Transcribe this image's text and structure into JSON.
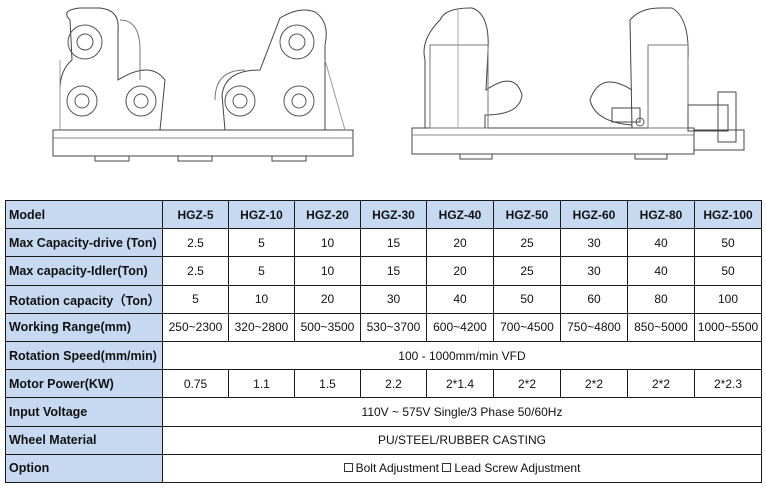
{
  "header_label": "Model",
  "models": [
    "HGZ-5",
    "HGZ-10",
    "HGZ-20",
    "HGZ-30",
    "HGZ-40",
    "HGZ-50",
    "HGZ-60",
    "HGZ-80",
    "HGZ-100"
  ],
  "rows": [
    {
      "label": "Max Capacity-drive (Ton)",
      "values": [
        "2.5",
        "5",
        "10",
        "15",
        "20",
        "25",
        "30",
        "40",
        "50"
      ]
    },
    {
      "label": "Max capacity-Idler(Ton)",
      "values": [
        "2.5",
        "5",
        "10",
        "15",
        "20",
        "25",
        "30",
        "40",
        "50"
      ]
    },
    {
      "label": "Rotation capacity（Ton）",
      "values": [
        "5",
        "10",
        "20",
        "30",
        "40",
        "50",
        "60",
        "80",
        "100"
      ]
    },
    {
      "label": "Working Range(mm)",
      "values": [
        "250~2300",
        "320~2800",
        "500~3500",
        "530~3700",
        "600~4200",
        "700~4500",
        "750~4800",
        "850~5000",
        "1000~5500"
      ]
    },
    {
      "label": "Rotation Speed(mm/min)",
      "span": "100 - 1000mm/min VFD"
    },
    {
      "label": "Motor Power(KW)",
      "values": [
        "0.75",
        "1.1",
        "1.5",
        "2.2",
        "2*1.4",
        "2*2",
        "2*2",
        "2*2",
        "2*2.3"
      ]
    },
    {
      "label": "Input Voltage",
      "span": "110V ~ 575V Single/3 Phase 50/60Hz"
    },
    {
      "label": "Wheel Material",
      "span": "PU/STEEL/RUBBER CASTING"
    }
  ],
  "option": {
    "label": "Option",
    "choice_1": "Bolt Adjustment",
    "choice_2": "Lead Screw Adjustment"
  },
  "colors": {
    "label_fill": "#c6d9f1",
    "border": "#1a1a1a"
  }
}
